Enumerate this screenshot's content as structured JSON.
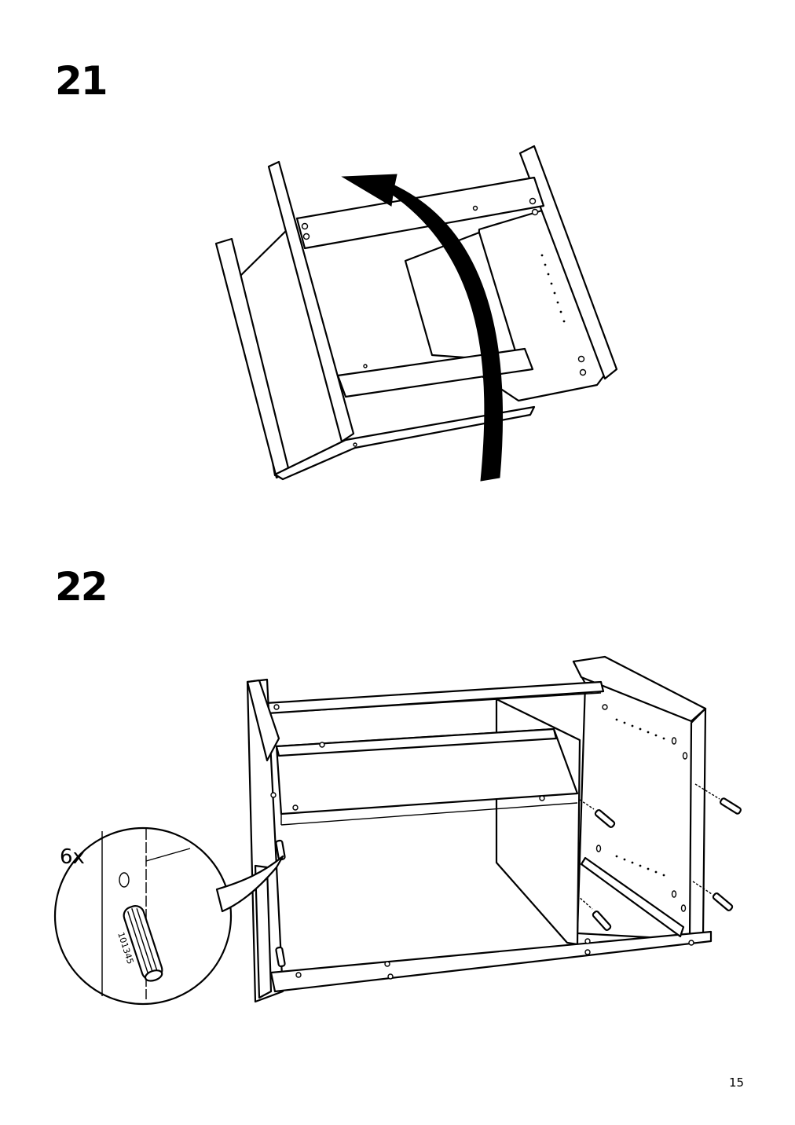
{
  "steps": [
    {
      "number": "21",
      "illustration": "flip-cabinet-frame-over"
    },
    {
      "number": "22",
      "illustration": "insert-wooden-dowels",
      "callout": {
        "quantity": "6x",
        "part_number": "101345",
        "icon": "wooden-dowel-icon"
      }
    }
  ],
  "page_number": "15"
}
